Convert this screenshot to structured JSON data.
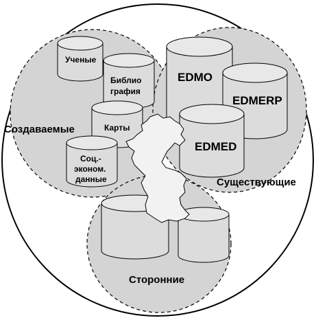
{
  "groups": {
    "created": "Создаваемые",
    "existing": "Существующие",
    "external": "Сторонние"
  },
  "databases": {
    "scientists": "Ученые",
    "bibliography_1": "Библио",
    "bibliography_2": "графия",
    "maps": "Карты",
    "socio_1": "Соц.-",
    "socio_2": "эконом.",
    "socio_3": "данные",
    "edmo": "EDMO",
    "edmerp": "EDMERP",
    "edmed": "EDMED"
  },
  "colors": {
    "zone_fill": "#d4d4d4",
    "cylinder_fill": "#dcdcdc",
    "sea_fill": "#f2f2f2",
    "outline": "#000000"
  }
}
